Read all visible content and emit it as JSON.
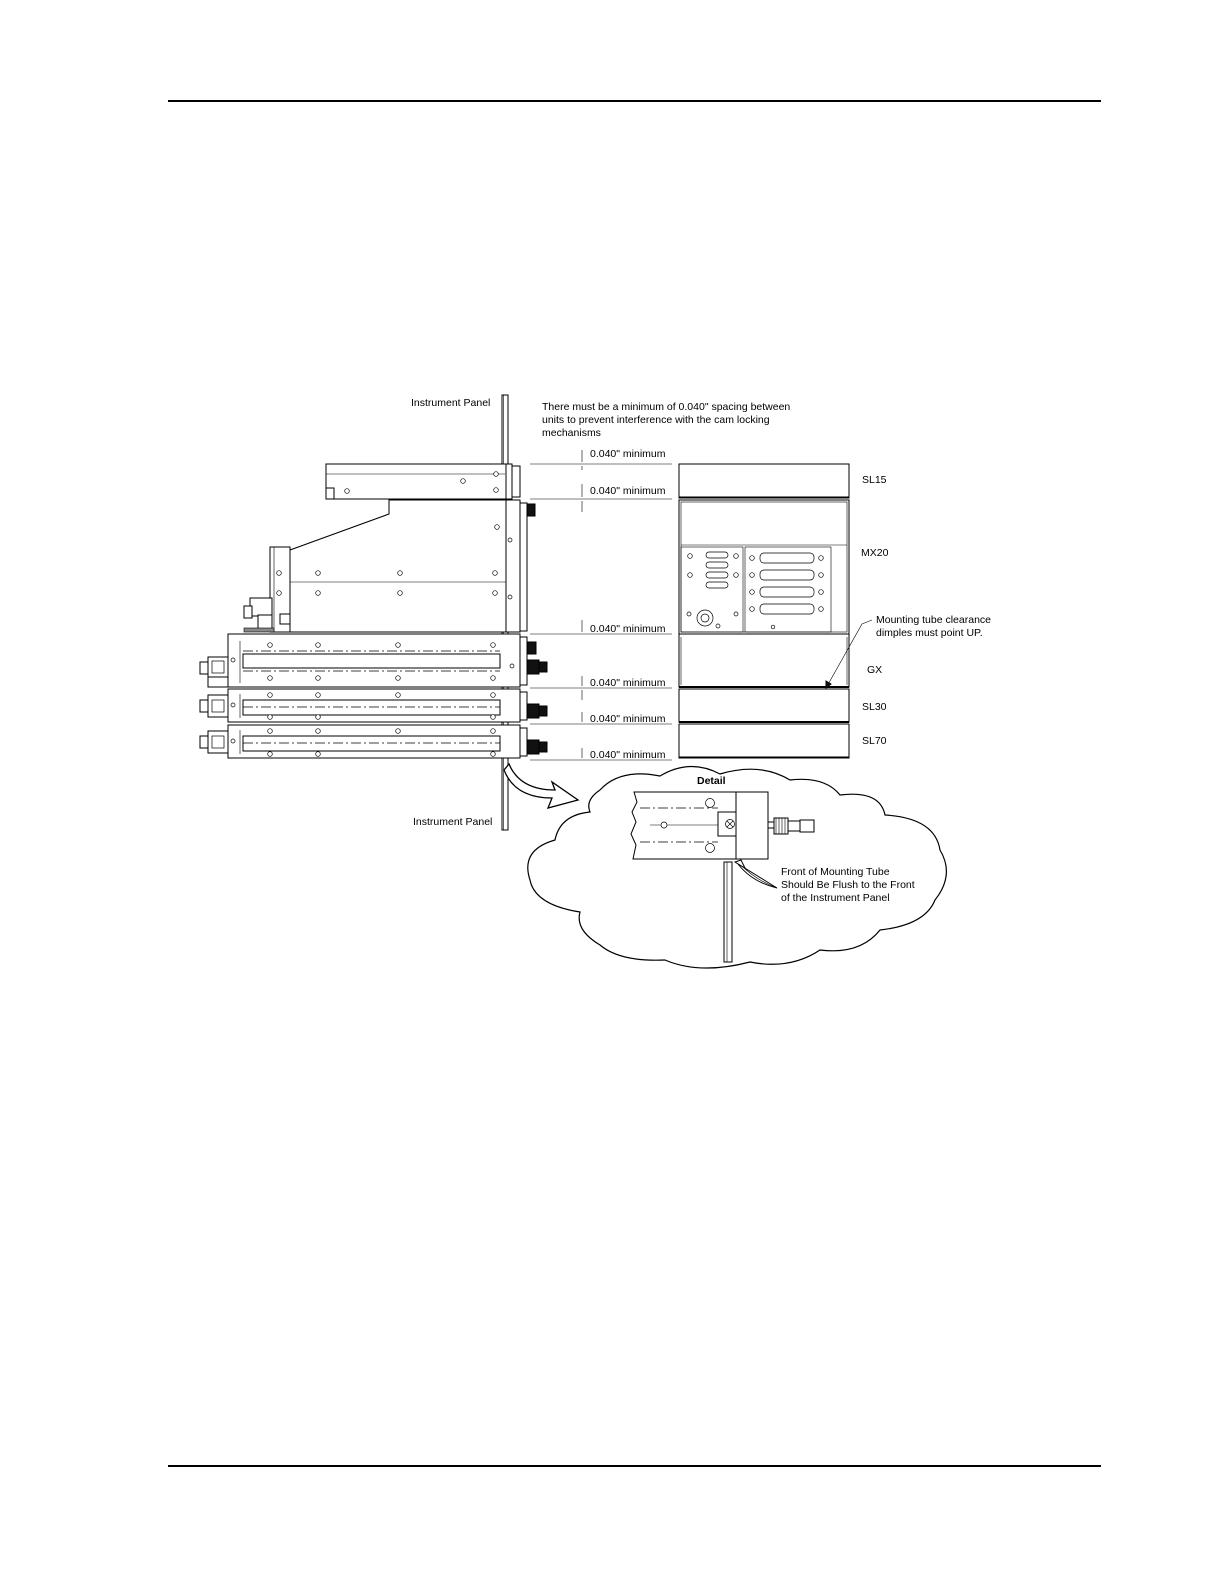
{
  "labels": {
    "instrument_panel_top": "Instrument Panel",
    "instrument_panel_bottom": "Instrument Panel",
    "spacing_note_1": "There must be a minimum of 0.040\" spacing between",
    "spacing_note_2": "units to prevent interference with the cam locking",
    "spacing_note_3": "mechanisms",
    "minimums": [
      "0.040\" minimum",
      "0.040\" minimum",
      "0.040\" minimum",
      "0.040\" minimum",
      "0.040\" minimum",
      "0.040\" minimum"
    ],
    "units": [
      "SL15",
      "MX20",
      "GX",
      "SL30",
      "SL70"
    ],
    "tube_note_1": "Mounting tube clearance",
    "tube_note_2": "dimples must point UP.",
    "detail_title": "Detail",
    "flush_note_1": "Front of Mounting Tube",
    "flush_note_2": "Should Be Flush to the Front",
    "flush_note_3": "of the Instrument Panel"
  }
}
